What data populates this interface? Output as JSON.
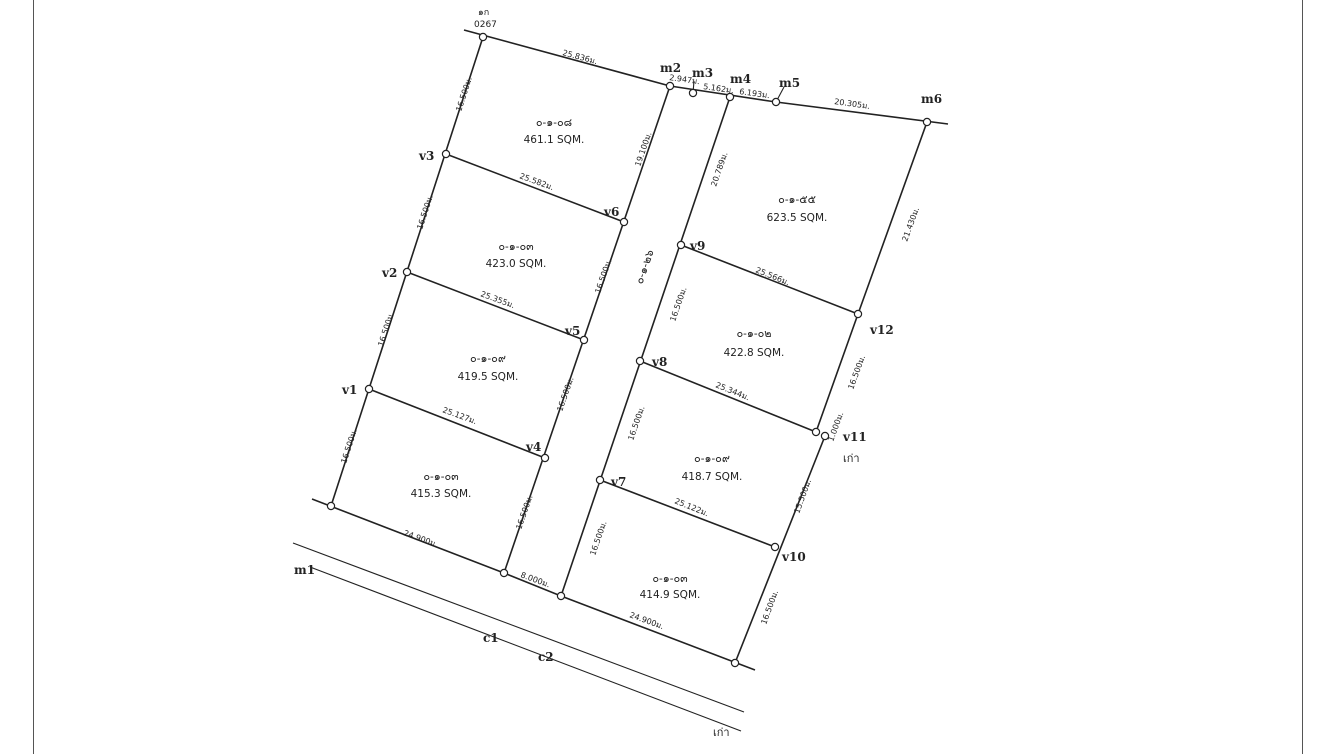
{
  "plots": [
    {
      "code": "๐-๑-๐๘",
      "area": "461.1  SQM."
    },
    {
      "code": "๐-๑-๐๓",
      "area": "423.0  SQM."
    },
    {
      "code": "๐-๑-๐๙",
      "area": "419.5  SQM."
    },
    {
      "code": "๐-๑-๐๓",
      "area": "415.3  SQM."
    },
    {
      "code": "๐-๑-๕๕",
      "area": "623.5  SQM."
    },
    {
      "code": "๐-๑-๐๒",
      "area": "422.8  SQM."
    },
    {
      "code": "๐-๑-๐๙",
      "area": "418.7  SQM."
    },
    {
      "code": "๐-๑-๐๓",
      "area": "414.9  SQM."
    }
  ],
  "road": {
    "code": "๐-๑-๒๖"
  },
  "dimensions": [
    "25.836ม.",
    "2.947ม.",
    "5.162ม.",
    "6.193ม.",
    "20.305ม.",
    "16.500ม.",
    "16.500ม.",
    "16.500ม.",
    "16.500ม.",
    "25.582ม.",
    "25.355ม.",
    "25.127ม.",
    "24.900ม.",
    "8.000ม.",
    "24.900ม.",
    "19.100ม.",
    "16.500ม.",
    "16.500ม.",
    "16.500ม.",
    "20.789ม.",
    "16.500ม.",
    "16.500ม.",
    "16.500ม.",
    "21.430ม.",
    "16.500ม.",
    "1.000ม.",
    "15.500ม.",
    "16.500ม.",
    "25.566ม.",
    "25.344ม.",
    "25.122ม."
  ],
  "markers": {
    "top_code": "๑ก",
    "top_number": "0267",
    "m1": "m1",
    "m2": "m2",
    "m3": "m3",
    "m4": "m4",
    "m5": "m5",
    "m6": "m6",
    "v1": "v1",
    "v2": "v2",
    "v3": "v3",
    "v4": "v4",
    "v5": "v5",
    "v6": "v6",
    "v7": "v7",
    "v8": "v8",
    "v9": "v9",
    "v10": "v10",
    "v11": "v11",
    "v12": "v12",
    "c1": "c1",
    "c2": "c2",
    "old_a": "เก่า",
    "old_b": "เก่า"
  }
}
